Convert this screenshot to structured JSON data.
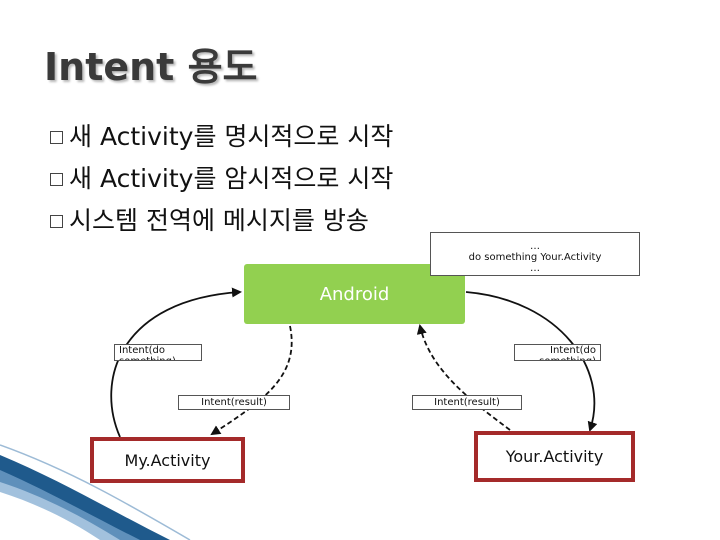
{
  "title": "Intent 용도",
  "bullets": [
    "새 Activity를 명시적으로 시작",
    "새 Activity를 암시적으로 시작",
    "시스템 전역에 메시지를 방송"
  ],
  "diagram": {
    "android_label": "Android",
    "my_activity_label": "My.Activity",
    "your_activity_label": "Your.Activity",
    "note_lines": [
      "…",
      "do something  Your.Activity",
      "…"
    ],
    "intent_send_left": "Intent(do something)",
    "intent_send_right": "Intent(do something)",
    "intent_result_left": "Intent(result)",
    "intent_result_right": "Intent(result)"
  },
  "colors": {
    "android_fill": "#92d050",
    "activity_border": "#a42a2a",
    "deco_blue": "#1f5a8c"
  }
}
